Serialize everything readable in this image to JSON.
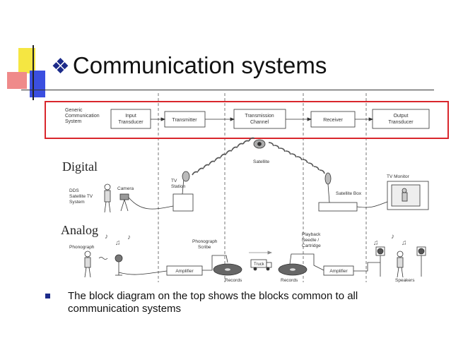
{
  "title": "Communication systems",
  "bullet_icon": "diamond-star-bullet-icon",
  "colors": {
    "accent_red": "#d9262c",
    "bullet_blue": "#1c2b8a",
    "deco_yellow": "#f5e642",
    "deco_blue": "#3b4fe0",
    "deco_pink": "#ef8a8a"
  },
  "block_diagram": {
    "source_label": "Generic Communication System",
    "blocks": [
      "Input Transducer",
      "Transmitter",
      "Transmission Channel",
      "Receiver",
      "Output Transducer"
    ]
  },
  "digital": {
    "label": "Digital",
    "system_label": "DDS Satellite TV System",
    "camera": "Camera",
    "tv_station": "TV Station",
    "satellite": "Satellite",
    "satellite_box": "Satellite Box",
    "tv_monitor": "TV Monitor"
  },
  "analog": {
    "label": "Analog",
    "phonograph": "Phonograph",
    "scribe": "Phonograph Scribe",
    "amplifier_left": "Amplifier",
    "records_left": "Records",
    "truck": "Truck",
    "records_right": "Records",
    "needle": "Playback Needle / Cartridge",
    "amplifier_right": "Amplifier",
    "speakers": "Speakers"
  },
  "note": "The  block diagram on the top shows the blocks common to all communication systems"
}
